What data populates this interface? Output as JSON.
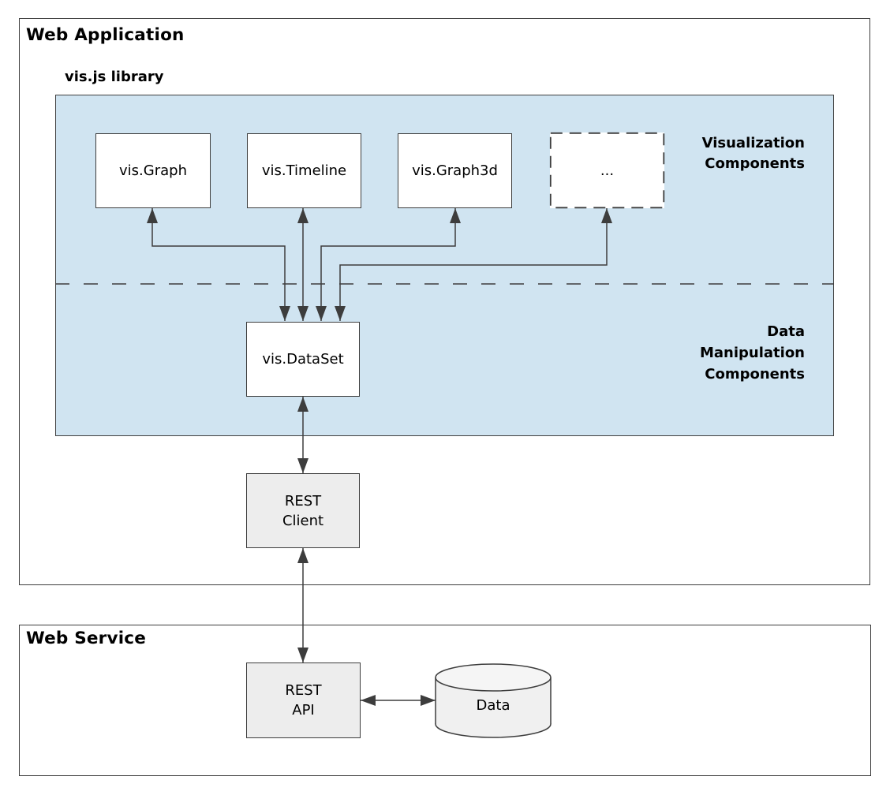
{
  "colors": {
    "panel_blue": "#d0e4f1",
    "node_white": "#ffffff",
    "node_grey": "#ededed",
    "stroke_dark": "#3d3d3d",
    "text": "#000000"
  },
  "web_application": {
    "title": "Web Application",
    "library": {
      "title": "vis.js library",
      "visualization_components_label": {
        "line1": "Visualization",
        "line2": "Components"
      },
      "data_manipulation_label": {
        "line1": "Data",
        "line2": "Manipulation",
        "line3": "Components"
      },
      "components": [
        {
          "label": "vis.Graph"
        },
        {
          "label": "vis.Timeline"
        },
        {
          "label": "vis.Graph3d"
        },
        {
          "label": "..."
        }
      ],
      "dataset": {
        "label": "vis.DataSet"
      }
    },
    "rest_client": {
      "line1": "REST",
      "line2": "Client"
    }
  },
  "web_service": {
    "title": "Web Service",
    "rest_api": {
      "line1": "REST",
      "line2": "API"
    },
    "data_store": {
      "label": "Data"
    }
  }
}
